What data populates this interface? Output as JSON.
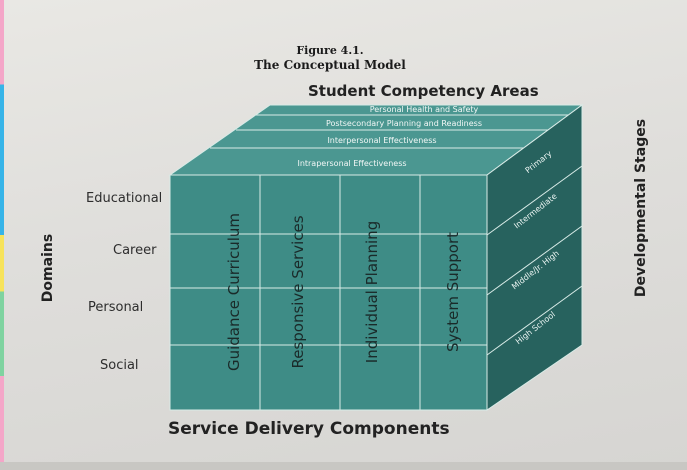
{
  "figure": {
    "number": "Figure 4.1.",
    "title": "The Conceptual Model"
  },
  "axes": {
    "top": "Student Competency Areas",
    "left": "Domains",
    "right": "Developmental Stages",
    "bottom": "Service Delivery Components"
  },
  "competency_areas": [
    "Personal Health and Safety",
    "Postsecondary Planning and Readiness",
    "Interpersonal Effectiveness",
    "Intrapersonal Effectiveness"
  ],
  "domains": [
    "Educational",
    "Career",
    "Personal",
    "Social"
  ],
  "components": [
    "Guidance Curriculum",
    "Responsive Services",
    "Individual Planning",
    "System Support"
  ],
  "stages": [
    "Primary",
    "Intermediate",
    "Middle/Jr. High",
    "High School"
  ],
  "colors": {
    "front": "#3f8e88",
    "top": "#4d9a94",
    "side": "#25615e",
    "grid": "#d8ebe7"
  }
}
